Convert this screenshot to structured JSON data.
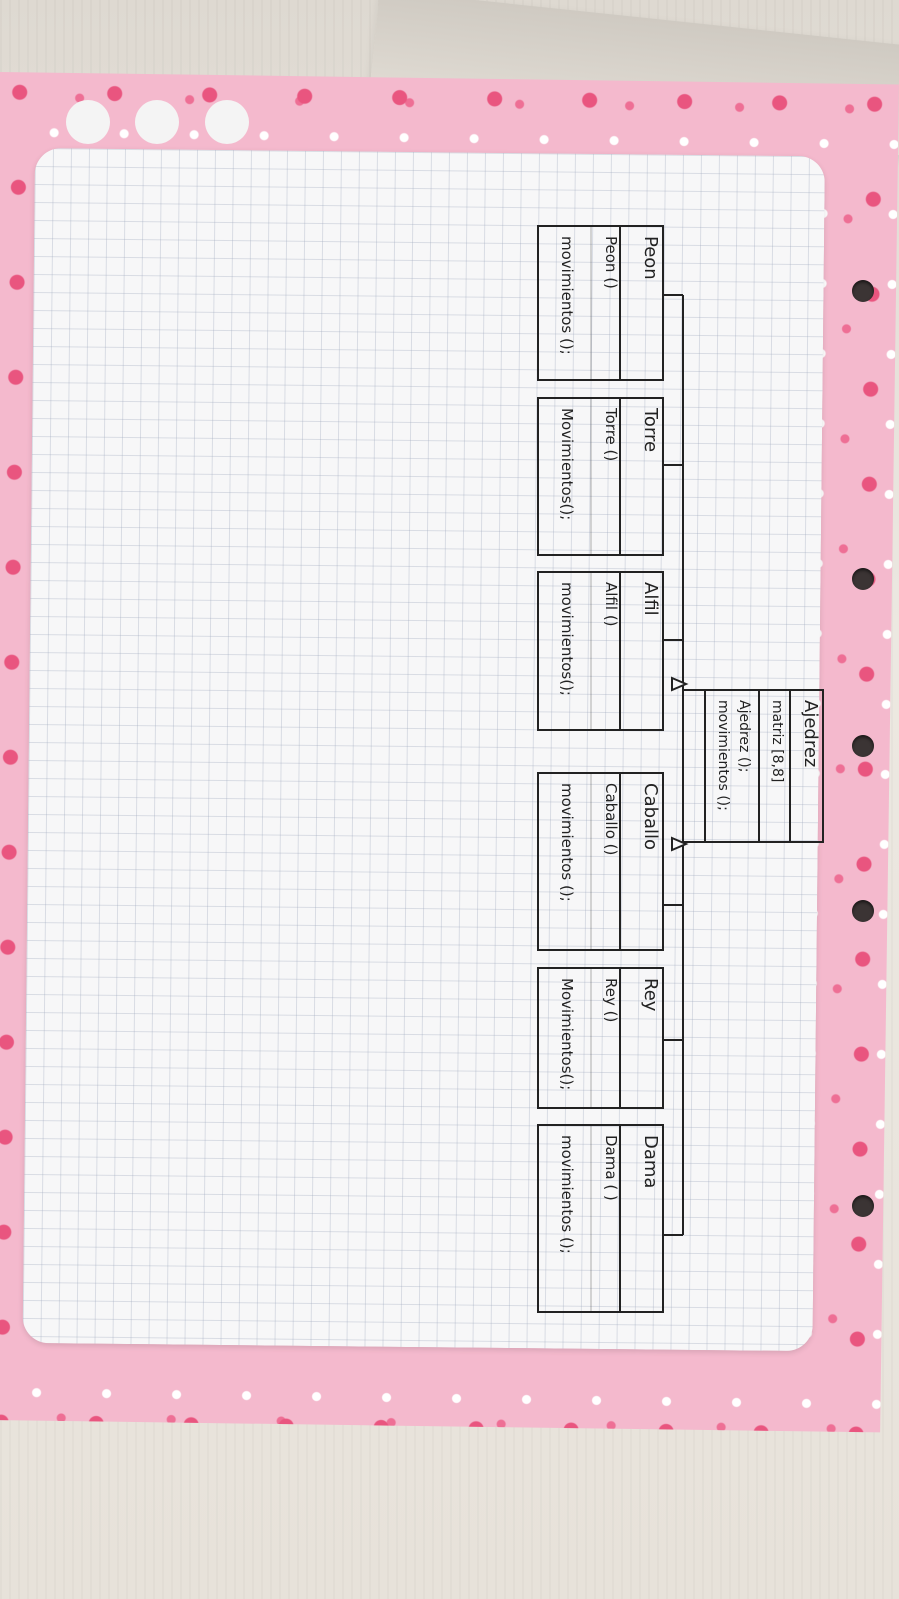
{
  "diagram": {
    "superclass": {
      "name": "Ajedrez",
      "attributes": [
        "matriz [8,8]"
      ],
      "methods": [
        "Ajedrez ();",
        "movimientos ();"
      ]
    },
    "subclasses": [
      {
        "name": "Peon",
        "constructor": "Peon ()",
        "method": "movimientos ();"
      },
      {
        "name": "Torre",
        "constructor": "Torre ()",
        "method": "Movimientos();"
      },
      {
        "name": "Alfil",
        "constructor": "Alfil ()",
        "method": "movimientos();"
      },
      {
        "name": "Caballo",
        "constructor": "Caballo ()",
        "method": "movimientos ();"
      },
      {
        "name": "Rey",
        "constructor": "Rey ()",
        "method": "Movimientos();"
      },
      {
        "name": "Dama",
        "constructor": "Dama ( )",
        "method": "movimientos ();"
      }
    ]
  }
}
